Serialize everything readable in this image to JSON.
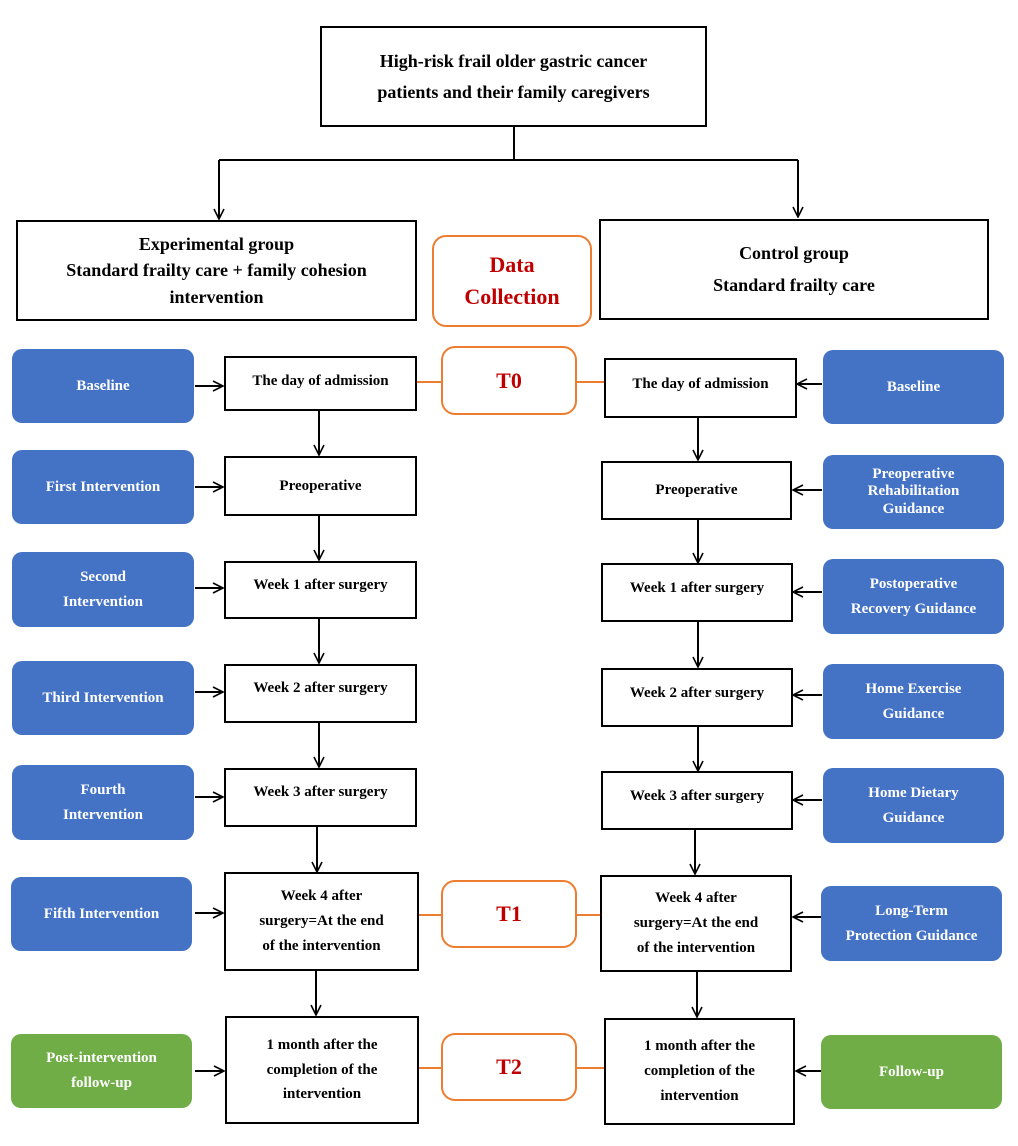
{
  "top": {
    "line1": "High-risk frail older gastric cancer",
    "line2": "patients and their family caregivers"
  },
  "experimental": {
    "header": {
      "line1": "Experimental group",
      "line2": "Standard frailty care + family cohesion",
      "line3": "intervention"
    },
    "steps": [
      "The day of admission",
      "Preoperative",
      "Week 1 after surgery",
      "Week 2 after surgery",
      "Week 3 after surgery",
      "Week 4 after|surgery=At the end|of the intervention",
      "1 month after the|completion of the|intervention"
    ],
    "labels": [
      "Baseline",
      "First Intervention",
      "Second|Intervention",
      "Third Intervention",
      "Fourth|Intervention",
      "Fifth Intervention",
      "Post-intervention|follow-up"
    ]
  },
  "control": {
    "header": {
      "line1": "Control group",
      "line2": "Standard frailty care"
    },
    "steps": [
      "The day of admission",
      "Preoperative",
      "Week 1 after surgery",
      "Week 2 after surgery",
      "Week 3 after surgery",
      "Week 4 after|surgery=At the end|of the intervention",
      "1 month after the|completion of the|intervention"
    ],
    "labels": [
      "Baseline",
      "Preoperative|Rehabilitation|Guidance",
      "Postoperative|Recovery Guidance",
      "Home Exercise|Guidance",
      "Home Dietary|Guidance",
      "Long-Term|Protection Guidance",
      "Follow-up"
    ]
  },
  "data_collection": {
    "line1": "Data",
    "line2": "Collection"
  },
  "timepoints": [
    "T0",
    "T1",
    "T2"
  ],
  "colors": {
    "intervention": "#4472c4",
    "follow_up": "#70ad47",
    "timepoint_border": "#ed7d31",
    "timepoint_text": "#c00000"
  }
}
